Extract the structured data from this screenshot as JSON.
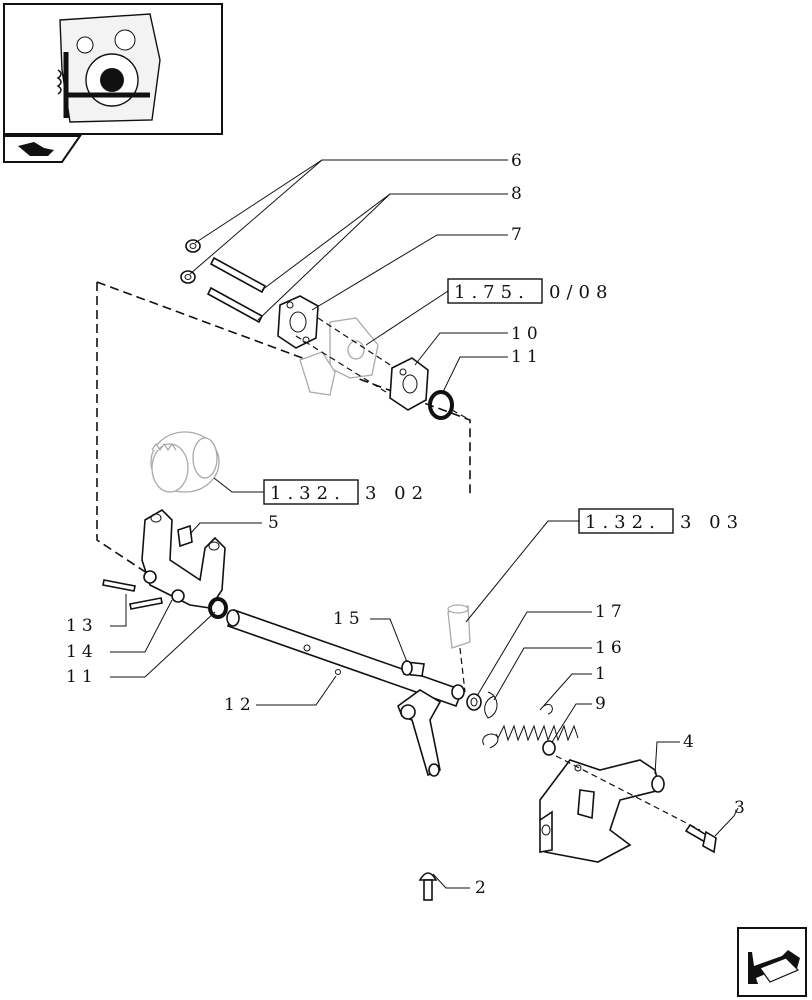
{
  "diagram": {
    "labels": {
      "l1": "1",
      "l2": "2",
      "l3": "3",
      "l4": "4",
      "l5": "5",
      "l6": "6",
      "l7": "7",
      "l8": "8",
      "l9": "9",
      "l10": "10",
      "l11a": "11",
      "l11b": "11",
      "l12": "12",
      "l13": "13",
      "l14": "14",
      "l15": "15",
      "l16": "16",
      "l17": "17"
    },
    "refs": {
      "r1": {
        "boxed": "1.75.",
        "rest": "0/08"
      },
      "r2": {
        "boxed": "1.32.",
        "rest": "3 02"
      },
      "r3": {
        "boxed": "1.32.",
        "rest": "3 03"
      }
    }
  },
  "icons": [
    "thumbnail-overview-icon",
    "tractor-section-icon",
    "next-page-arrow-icon"
  ]
}
